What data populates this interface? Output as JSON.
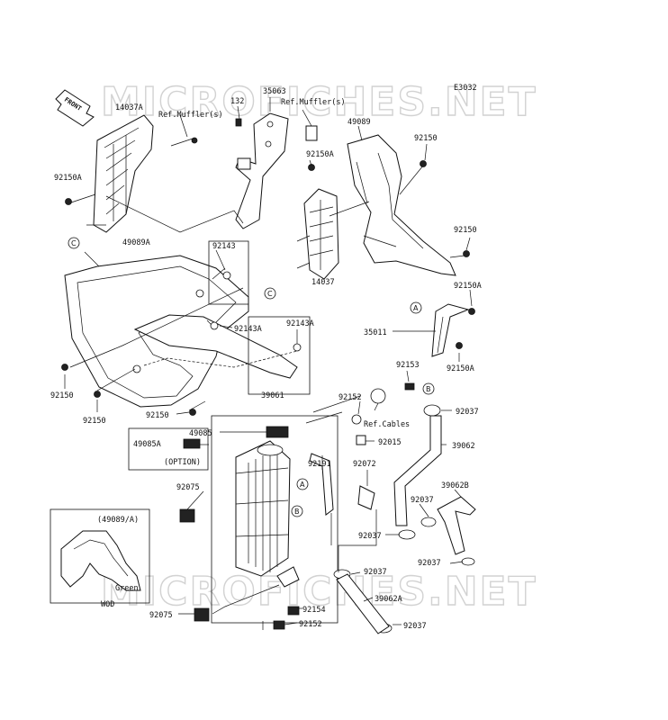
{
  "watermark": "MICROFICHES.NET",
  "diagram_code": "E3032",
  "front_arrow": "FRONT",
  "labels": {
    "p14037A": "14037A",
    "ref_muffler_1": "Ref.Muffler(s)",
    "p132": "132",
    "p35063": "35063",
    "ref_muffler_2": "Ref.Muffler(s)",
    "p49089": "49089",
    "p92150_a": "92150",
    "p92150A_1": "92150A",
    "p92150A_2": "92150A",
    "circle_c_1": "C",
    "p49089A": "49089A",
    "p92143": "92143",
    "circle_c_2": "C",
    "p92143A_1": "92143A",
    "p92143A_2": "92143A",
    "p92150_b": "92150",
    "p14037": "14037",
    "p92150A_3": "92150A",
    "circle_a_1": "A",
    "p35011": "35011",
    "p92150A_4": "92150A",
    "p92153": "92153",
    "p92150_c": "92150",
    "p92150_d": "92150",
    "p92150_e": "92150",
    "p39061": "39061",
    "p92152_1": "92152",
    "ref_cables": "Ref.Cables",
    "circle_b_1": "B",
    "p92037_1": "92037",
    "p49085": "49085",
    "p92015": "92015",
    "p39062": "39062",
    "p49085A": "49085A",
    "option": "(OPTION)",
    "p92191": "92191",
    "p92072": "92072",
    "circle_a_2": "A",
    "circle_b_2": "B",
    "p39062B": "39062B",
    "p92075_1": "92075",
    "p92037_2": "92037",
    "p49089_A": "(49089/A)",
    "p92037_3": "92037",
    "p92037_4": "92037",
    "green": "Green",
    "wod": "WOD",
    "p92037_5": "92037",
    "p39062A": "39062A",
    "p92075_2": "92075",
    "p92154": "92154",
    "p92152_2": "92152",
    "p92037_6": "92037"
  }
}
